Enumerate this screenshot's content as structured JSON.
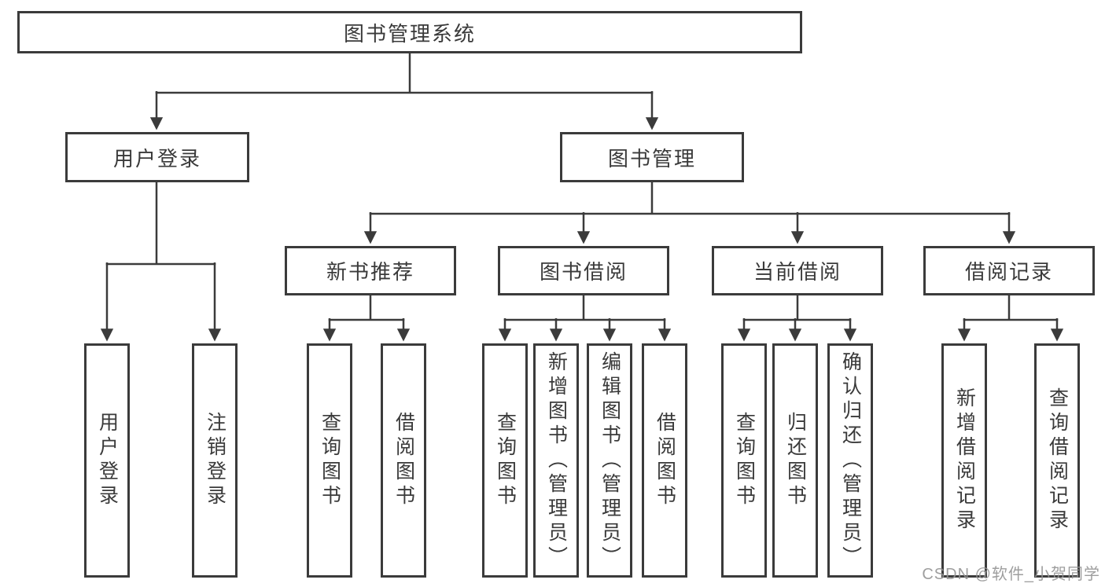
{
  "tree": {
    "root": {
      "label": "图书管理系统",
      "children": [
        {
          "label": "用户登录",
          "children": [
            {
              "label": "用户登录"
            },
            {
              "label": "注销登录"
            }
          ]
        },
        {
          "label": "图书管理",
          "children": [
            {
              "label": "新书推荐",
              "children": [
                {
                  "label": "查询图书"
                },
                {
                  "label": "借阅图书"
                }
              ]
            },
            {
              "label": "图书借阅",
              "children": [
                {
                  "label": "查询图书"
                },
                {
                  "label": "新增图书（管理员）"
                },
                {
                  "label": "编辑图书（管理员）"
                },
                {
                  "label": "借阅图书"
                }
              ]
            },
            {
              "label": "当前借阅",
              "children": [
                {
                  "label": "查询图书"
                },
                {
                  "label": "归还图书"
                },
                {
                  "label": "确认归还（管理员）"
                }
              ]
            },
            {
              "label": "借阅记录",
              "children": [
                {
                  "label": "新增借阅记录"
                },
                {
                  "label": "查询借阅记录"
                }
              ]
            }
          ]
        }
      ]
    }
  },
  "watermark": "CSDN @软件_小贺同学",
  "colors": {
    "line": "#3b3b3b",
    "text": "#3a3a3a",
    "background": "#ffffff",
    "watermark": "#949494"
  }
}
